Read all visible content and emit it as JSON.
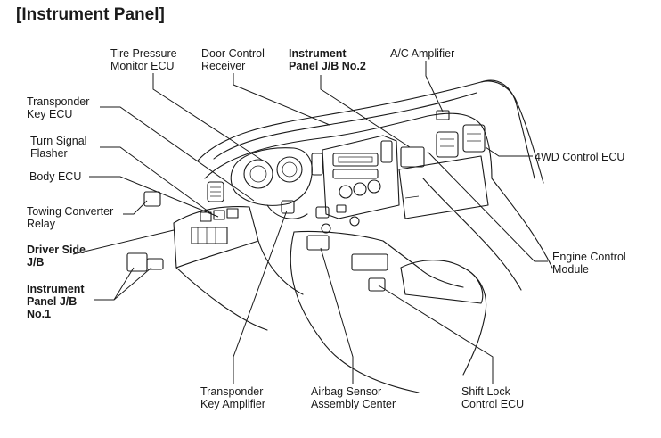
{
  "title": "[Instrument Panel]",
  "labels": {
    "tire_pressure_monitor_ecu": [
      "Tire Pressure",
      "Monitor ECU"
    ],
    "door_control_receiver": [
      "Door Control",
      "Receiver"
    ],
    "instrument_panel_jb_no2": [
      "Instrument",
      "Panel J/B No.2"
    ],
    "ac_amplifier": [
      "A/C Amplifier"
    ],
    "transponder_key_ecu": [
      "Transponder",
      "Key ECU"
    ],
    "turn_signal_flasher": [
      "Turn Signal",
      "Flasher"
    ],
    "body_ecu": [
      "Body ECU"
    ],
    "towing_converter_relay": [
      "Towing Converter",
      "Relay"
    ],
    "driver_side_jb": [
      "Driver Side",
      "J/B"
    ],
    "instrument_panel_jb_no1": [
      "Instrument",
      "Panel J/B",
      "No.1"
    ],
    "fourwd_control_ecu": [
      "4WD Control ECU"
    ],
    "engine_control_module": [
      "Engine Control",
      "Module"
    ],
    "transponder_key_amplifier": [
      "Transponder",
      "Key Amplifier"
    ],
    "airbag_sensor_assembly_center": [
      "Airbag Sensor",
      "Assembly Center"
    ],
    "shift_lock_control_ecu": [
      "Shift Lock",
      "Control ECU"
    ]
  }
}
